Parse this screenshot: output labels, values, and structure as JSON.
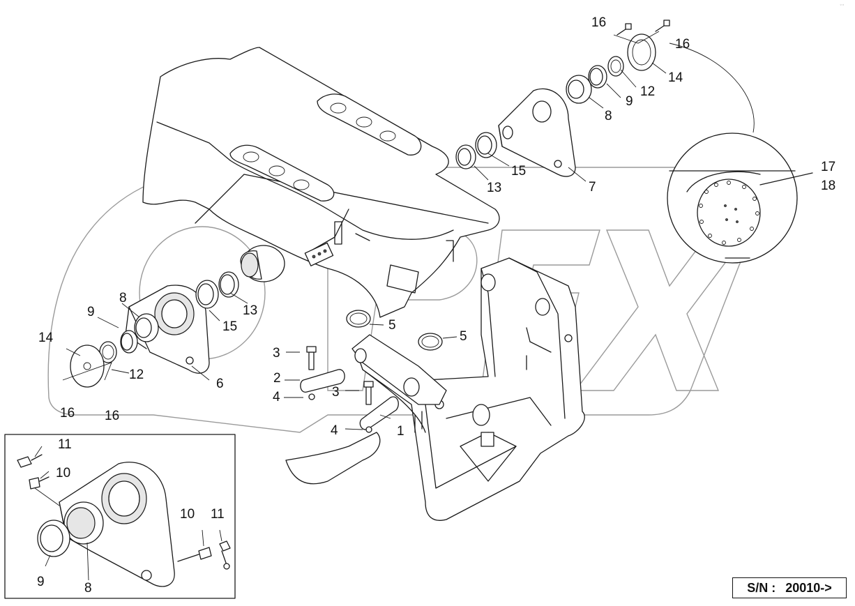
{
  "diagram": {
    "labels": {
      "l1": "1",
      "l2": "2",
      "l3a": "3",
      "l3b": "3",
      "l4a": "4",
      "l4b": "4",
      "l5a": "5",
      "l5b": "5",
      "l6": "6",
      "l7": "7",
      "l8a": "8",
      "l8b": "8",
      "l8c": "8",
      "l9a": "9",
      "l9b": "9",
      "l9c": "9",
      "l10a": "10",
      "l10b": "10",
      "l11a": "11",
      "l11b": "11",
      "l12a": "12",
      "l12b": "12",
      "l13a": "13",
      "l13b": "13",
      "l14a": "14",
      "l14b": "14",
      "l15a": "15",
      "l15b": "15",
      "l16a": "16",
      "l16b": "16",
      "l16c": "16",
      "l16d": "16",
      "l17": "17",
      "l18": "18"
    },
    "serial": {
      "prefix": "S/N :",
      "value": "20010->"
    },
    "watermark_icon": "opex-watermark-logo"
  }
}
